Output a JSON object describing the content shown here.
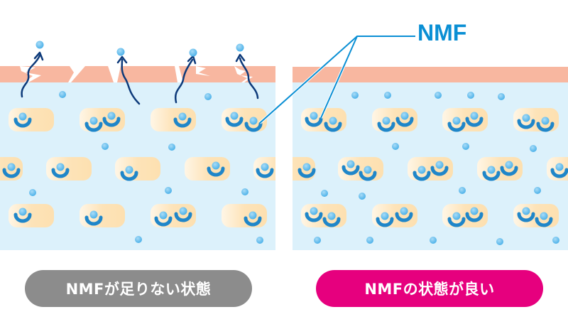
{
  "callout": {
    "label": "NMF"
  },
  "panels": {
    "left": {
      "caption": "NMFが足りない状態"
    },
    "right": {
      "caption": "NMFの状態が良い"
    }
  },
  "colors": {
    "skin_surface": "#f8b7a0",
    "skin_inner": "#dcf1fb",
    "cell": "#fde3b8",
    "nmf_dot": "#59b8ec",
    "nmf_cup": "#1f86c9",
    "arrow": "#0d3a7a",
    "callout_line": "#0a8fd4",
    "caption_bad": "#8c8c8c",
    "caption_good": "#e6007e"
  }
}
